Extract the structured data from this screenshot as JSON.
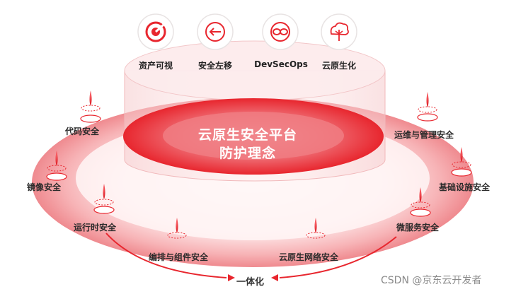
{
  "colors": {
    "primary": "#e8262e",
    "ring": "#f9c9cb",
    "cylinder_top": "#fbe7e8",
    "text": "#2b2b2b"
  },
  "top_icons": [
    {
      "icon": "radar-icon",
      "label": "资产可视"
    },
    {
      "icon": "arrow-left-icon",
      "label": "安全左移"
    },
    {
      "icon": "infinity-icon",
      "label": "DevSecOps"
    },
    {
      "icon": "cloud-tree-icon",
      "label": "云原生化"
    }
  ],
  "center": {
    "title_line1": "云原生安全平台",
    "title_line2": "防护理念"
  },
  "ring_items": [
    "代码安全",
    "镜像安全",
    "运行时安全",
    "编排与组件安全",
    "云原生网络安全",
    "微服务安全",
    "基础设施安全",
    "运维与管理安全"
  ],
  "bottom_label": "一体化",
  "watermark": "CSDN @京东云开发者"
}
